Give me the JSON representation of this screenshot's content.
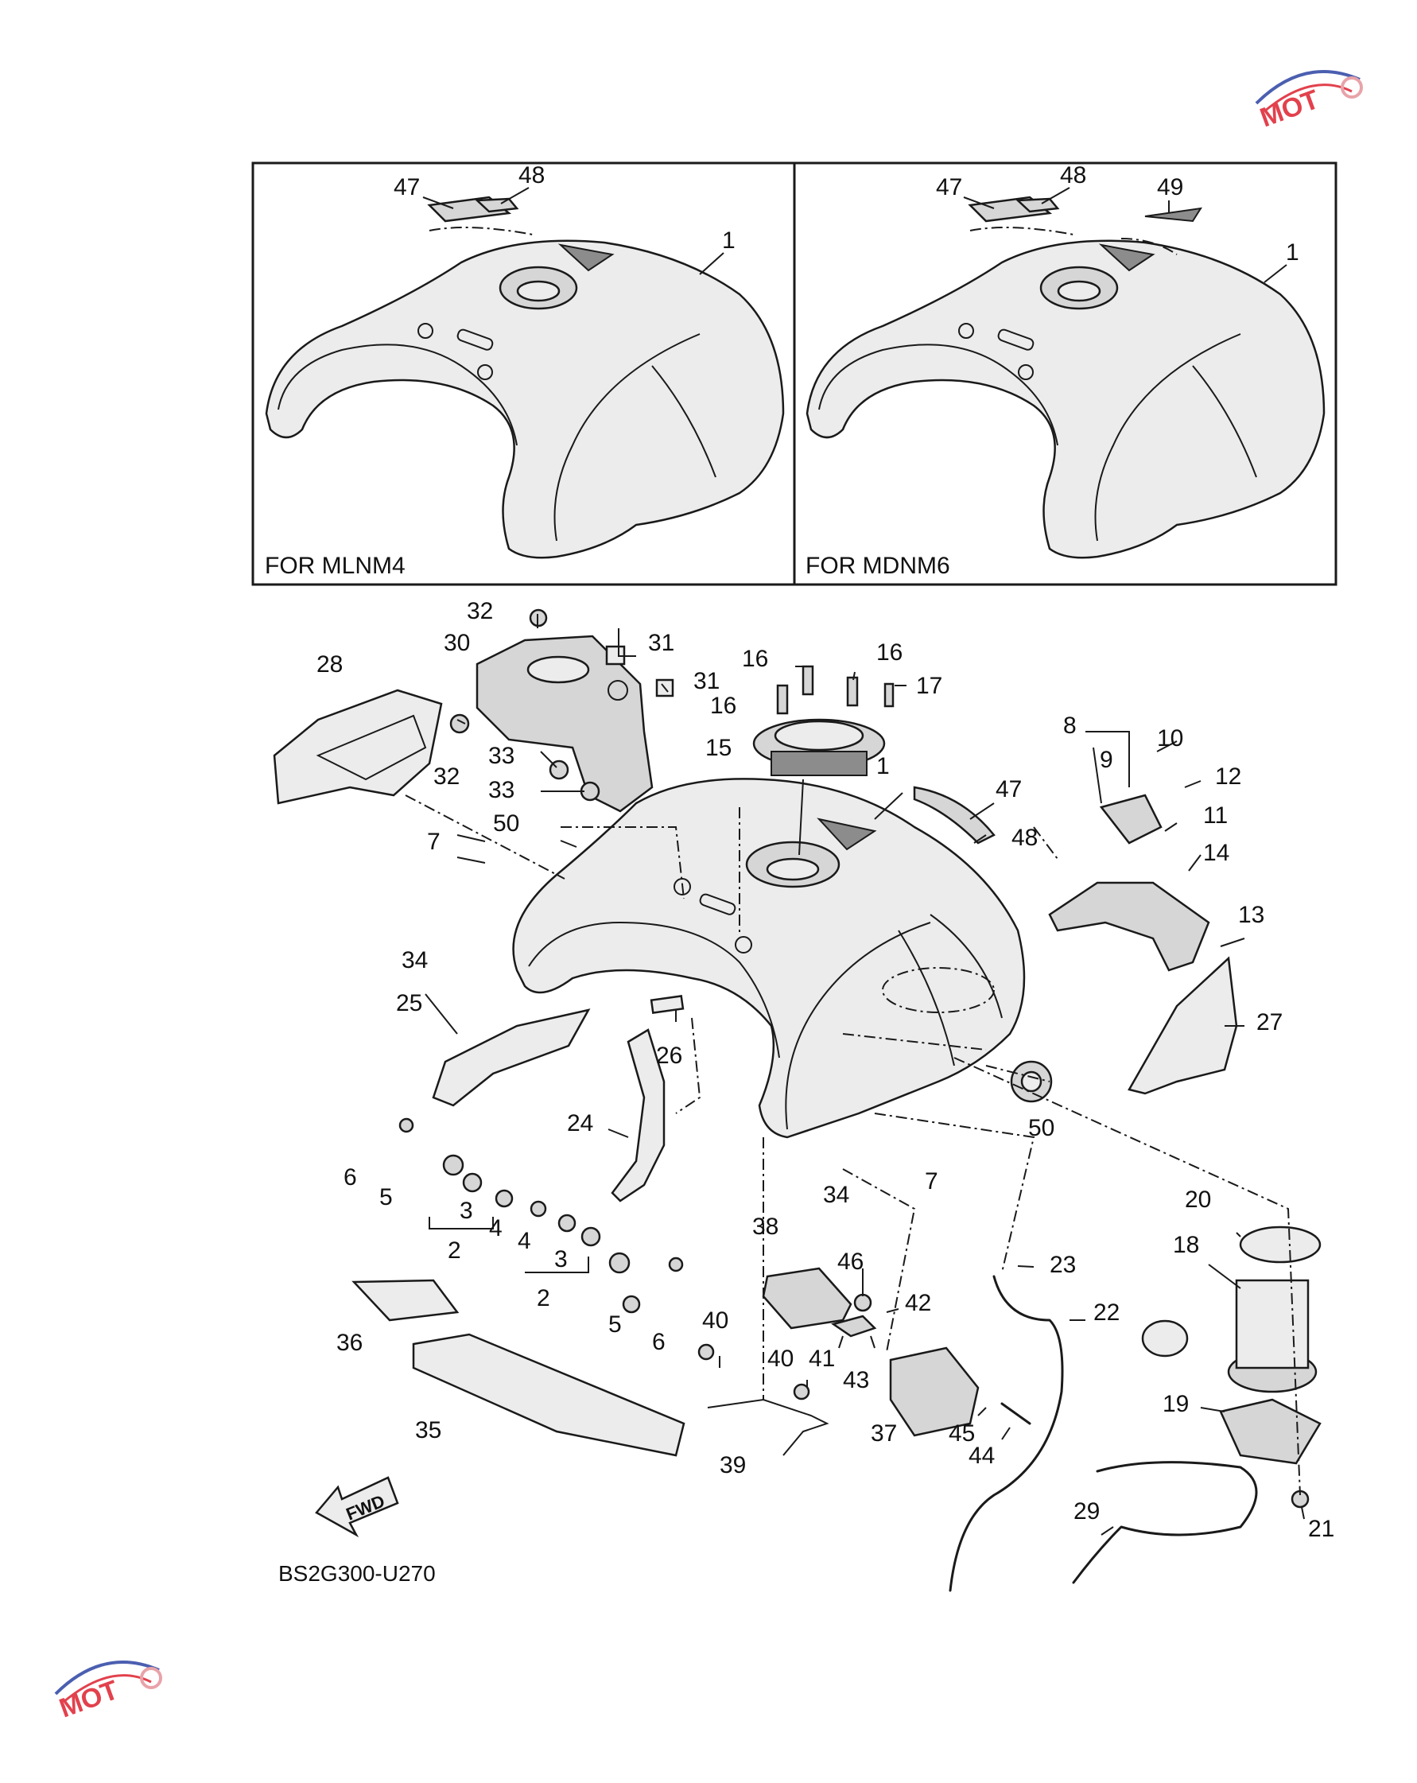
{
  "panels": [
    {
      "label": "FOR MLNM4"
    },
    {
      "label": "FOR MDNM6"
    }
  ],
  "callouts": {
    "inset_left": [
      "47",
      "48",
      "1"
    ],
    "inset_right": [
      "47",
      "48",
      "49",
      "1"
    ],
    "main": [
      "32",
      "31",
      "31",
      "30",
      "28",
      "32",
      "33",
      "33",
      "50",
      "7",
      "34",
      "25",
      "26",
      "24",
      "6",
      "5",
      "3",
      "4",
      "2",
      "4",
      "3",
      "2",
      "5",
      "6",
      "36",
      "35",
      "16",
      "16",
      "16",
      "17",
      "15",
      "1",
      "47",
      "48",
      "8",
      "10",
      "12",
      "9",
      "11",
      "14",
      "13",
      "27",
      "50",
      "34",
      "7",
      "38",
      "46",
      "42",
      "40",
      "41",
      "43",
      "40",
      "37",
      "45",
      "44",
      "39",
      "23",
      "22",
      "20",
      "18",
      "19",
      "21",
      "29"
    ]
  },
  "fwd_label": "FWD",
  "diagram_code": "BS2G300-U270",
  "colors": {
    "line": "#1a1a1a",
    "logo_red": "#e2414d",
    "logo_blue": "#4b5fb0"
  },
  "logo_icons": [
    "moto-logo-icon",
    "moto-logo-icon"
  ]
}
